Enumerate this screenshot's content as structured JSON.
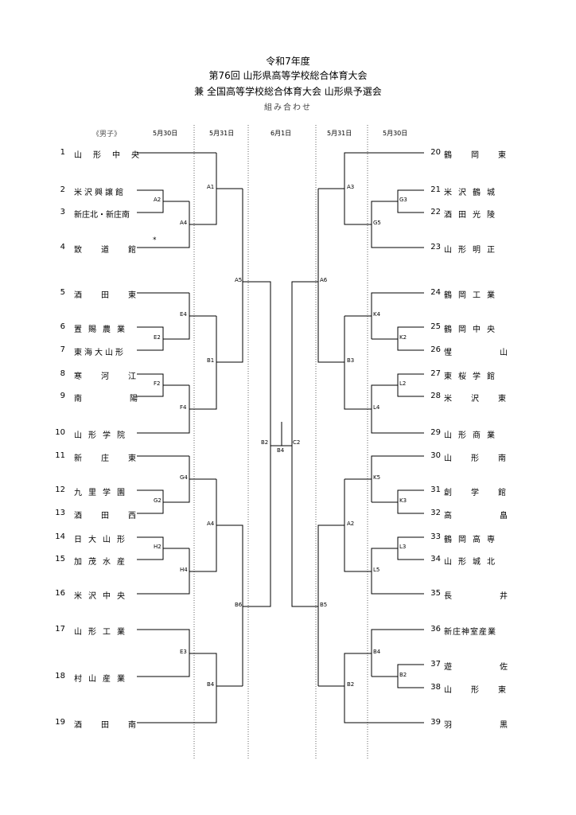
{
  "title": {
    "line1": "令和7年度",
    "line2": "第76回 山形県高等学校総合体育大会",
    "line3": "兼 全国高等学校総合体育大会 山形県予選会",
    "line4": "組み合わせ"
  },
  "division": "《男子》",
  "dates": [
    "5月30日",
    "5月31日",
    "6月1日",
    "5月31日",
    "5月30日"
  ],
  "left_teams": [
    {
      "num": "1",
      "name": "山形中央"
    },
    {
      "num": "2",
      "name": "米沢興譲館"
    },
    {
      "num": "3",
      "name": "新庄北・新庄南"
    },
    {
      "num": "4",
      "name": "致道館"
    },
    {
      "num": "5",
      "name": "酒田東"
    },
    {
      "num": "6",
      "name": "置賜農業"
    },
    {
      "num": "7",
      "name": "東海大山形"
    },
    {
      "num": "8",
      "name": "寒河江"
    },
    {
      "num": "9",
      "name": "南陽"
    },
    {
      "num": "10",
      "name": "山形学院"
    },
    {
      "num": "11",
      "name": "新庄東"
    },
    {
      "num": "12",
      "name": "九里学園"
    },
    {
      "num": "13",
      "name": "酒田西"
    },
    {
      "num": "14",
      "name": "日大山形"
    },
    {
      "num": "15",
      "name": "加茂水産"
    },
    {
      "num": "16",
      "name": "米沢中央"
    },
    {
      "num": "17",
      "name": "山形工業"
    },
    {
      "num": "18",
      "name": "村山産業"
    },
    {
      "num": "19",
      "name": "酒田南"
    }
  ],
  "right_teams": [
    {
      "num": "20",
      "name": "鶴岡東"
    },
    {
      "num": "21",
      "name": "米沢鶴城"
    },
    {
      "num": "22",
      "name": "酒田光陵"
    },
    {
      "num": "23",
      "name": "山形明正"
    },
    {
      "num": "24",
      "name": "鶴岡工業"
    },
    {
      "num": "25",
      "name": "鶴岡中央"
    },
    {
      "num": "26",
      "name": "惺山"
    },
    {
      "num": "27",
      "name": "東桜学館"
    },
    {
      "num": "28",
      "name": "米沢東"
    },
    {
      "num": "29",
      "name": "山形商業"
    },
    {
      "num": "30",
      "name": "山形南"
    },
    {
      "num": "31",
      "name": "創学館"
    },
    {
      "num": "32",
      "name": "高畠"
    },
    {
      "num": "33",
      "name": "鶴岡高専"
    },
    {
      "num": "34",
      "name": "山形城北"
    },
    {
      "num": "35",
      "name": "長井"
    },
    {
      "num": "36",
      "name": "新庄神室産業"
    },
    {
      "num": "37",
      "name": "遊佐"
    },
    {
      "num": "38",
      "name": "山形東"
    },
    {
      "num": "39",
      "name": "羽黒"
    }
  ],
  "left_codes": [
    "A2",
    "A4",
    "A1",
    "E4",
    "E2",
    "B1",
    "F2",
    "F4",
    "A5",
    "G4",
    "G2",
    "A4",
    "H2",
    "H4",
    "B6",
    "E3",
    "B4"
  ],
  "right_codes": [
    "A3",
    "G3",
    "G5",
    "A6",
    "K4",
    "K2",
    "B3",
    "L2",
    "L4",
    "K5",
    "K3",
    "A2",
    "L3",
    "L5",
    "B5",
    "B4",
    "B2",
    "B2"
  ],
  "center_codes": [
    "B2",
    "B4",
    "C2"
  ],
  "bye_mark": "*"
}
